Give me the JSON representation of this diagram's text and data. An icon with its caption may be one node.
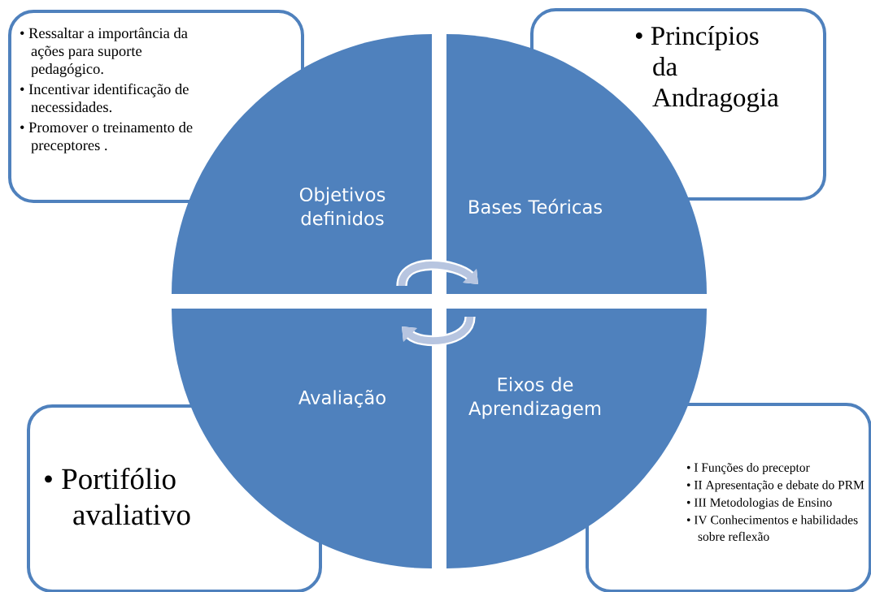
{
  "diagram": {
    "nodes": [
      {
        "text": [
          "• Ressaltar a importância da ações para suporte pedagógico.",
          "• Incentivar identificação de necessidades.",
          "• Promover o treinamento de preceptores ."
        ]
      },
      {
        "text": [
          "• Princípios da Andragogia"
        ]
      },
      {
        "text": [
          "Objetivos definidos"
        ]
      },
      {
        "text": [
          "Bases Teóricas"
        ]
      },
      {
        "text": [
          "Avaliação"
        ]
      },
      {
        "text": [
          "Eixos de Aprendizagem"
        ]
      },
      {
        "text": [
          "• Portifólio avaliativo"
        ]
      },
      {
        "text": [
          "• I Funções do preceptor",
          "• II Apresentação e debate do PRM",
          "• III Metodologias de Ensino",
          "• IV Conhecimentos e habilidades sobre reflexão"
        ]
      }
    ],
    "edges": [
      {
        "from": 2,
        "to": 3,
        "arrow": "to"
      },
      {
        "from": 5,
        "to": 4,
        "arrow": "to"
      }
    ]
  }
}
